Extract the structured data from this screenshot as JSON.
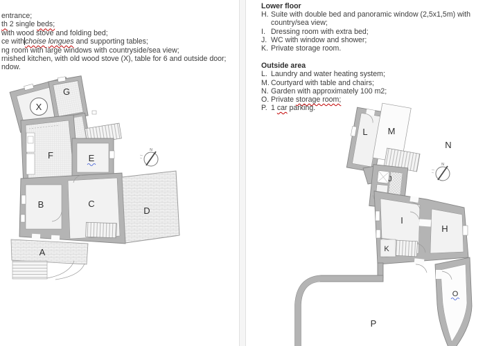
{
  "colors": {
    "wall_gray": "#b4b4b4",
    "wall_edge": "#868686",
    "spellcheck_red": "#c00000",
    "grammar_blue": "#3c5bd6",
    "text": "#3c3c3c"
  },
  "left_page": {
    "intro": {
      "l1": "entrance;",
      "l2a": "th",
      "l2b": " 2 single ",
      "l2c": "beds;",
      "l3": "with wood stove and folding bed;",
      "l4a": "ce with",
      "l4b": "choise",
      "l4c": " ",
      "l4d": "longues",
      "l4e": " and supporting tables;",
      "l5": "ng room with large windows with countryside/sea view;",
      "l6": "rnished kitchen, with old wood stove (X), table for 6 and outside door;",
      "l7": "ndow."
    },
    "plan": {
      "labels": {
        "a": "A",
        "b": "B",
        "c": "C",
        "d": "D",
        "e": "E",
        "f": "F",
        "g": "G",
        "stove": "X",
        "compass_n": "N"
      }
    }
  },
  "right_page": {
    "lower_floor": {
      "title": "Lower floor",
      "items": [
        {
          "key": "H.",
          "text": "Suite with double bed and panoramic window (2,5x1,5m) with country/sea view;"
        },
        {
          "key": "I.",
          "text": "Dressing room with extra bed;"
        },
        {
          "key": "J.",
          "text": "WC with window and shower;"
        },
        {
          "key": "K.",
          "text": "Private storage room."
        }
      ]
    },
    "outside_area": {
      "title": "Outside area",
      "items": [
        {
          "key": "L.",
          "pre": "Laundry and water heating system;",
          "mis": "",
          "post": ""
        },
        {
          "key": "M.",
          "pre": "Courtyard with table and chairs;",
          "mis": "",
          "post": ""
        },
        {
          "key": "N.",
          "pre": "Garden with approximately 100 m2;",
          "mis": "",
          "post": ""
        },
        {
          "key": "O.",
          "pre": "Private ",
          "mis": "storage room;",
          "post": ""
        },
        {
          "key": "P.",
          "pre": "1 ",
          "mis": "car",
          "post": " parking."
        }
      ]
    },
    "plan": {
      "labels": {
        "h": "H",
        "i": "I",
        "j": "J",
        "k": "K",
        "l": "L",
        "m": "M",
        "n": "N",
        "o": "O",
        "p": "P",
        "compass_n": "N"
      }
    }
  }
}
